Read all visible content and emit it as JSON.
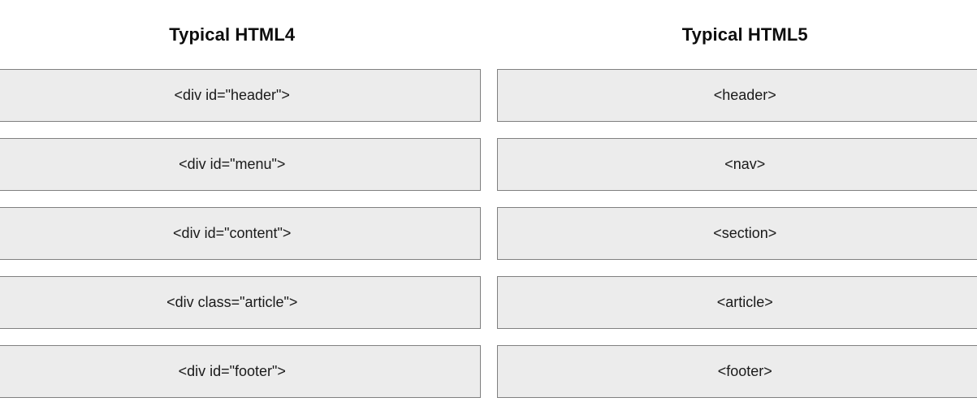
{
  "colors": {
    "page_background": "#ffffff",
    "box_background": "#ececec",
    "box_border": "#808080",
    "title_text": "#0d0d0d",
    "box_text": "#1a1a1a"
  },
  "columns": [
    {
      "title": "Typical HTML4",
      "boxes": [
        {
          "label": "<div id=\"header\">"
        },
        {
          "label": "<div id=\"menu\">"
        },
        {
          "label": "<div id=\"content\">"
        },
        {
          "label": "<div class=\"article\">"
        },
        {
          "label": "<div id=\"footer\">"
        }
      ]
    },
    {
      "title": "Typical HTML5",
      "boxes": [
        {
          "label": "<header>"
        },
        {
          "label": "<nav>"
        },
        {
          "label": "<section>"
        },
        {
          "label": "<article>"
        },
        {
          "label": "<footer>"
        }
      ]
    }
  ]
}
